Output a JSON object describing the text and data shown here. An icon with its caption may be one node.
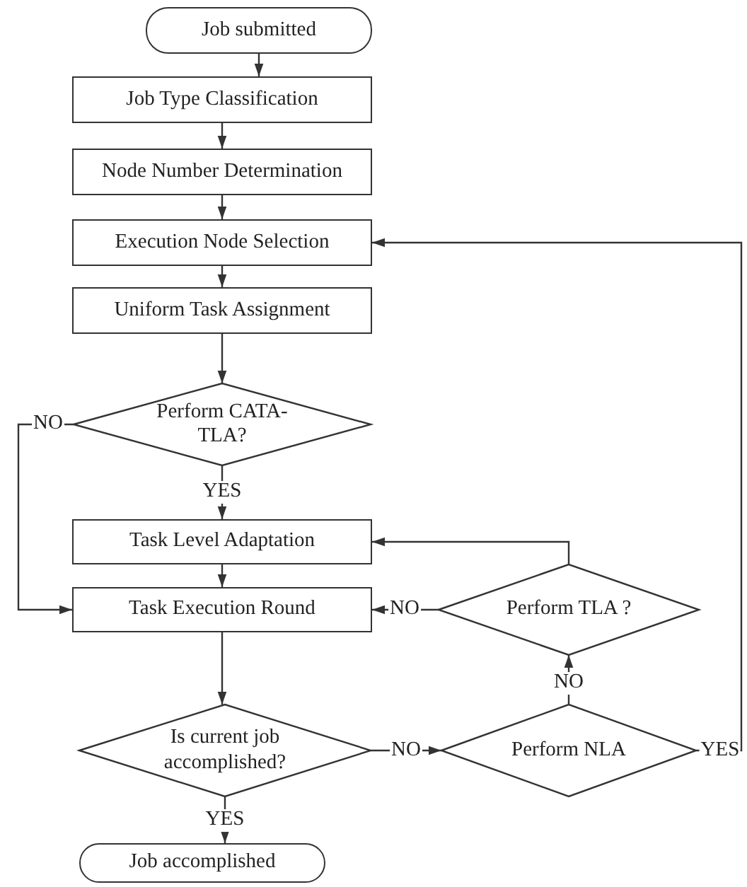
{
  "diagram": {
    "nodes": [
      {
        "text": [
          "Job submitted"
        ]
      },
      {
        "text": [
          "Job Type Classification"
        ]
      },
      {
        "text": [
          "Node Number Determination"
        ]
      },
      {
        "text": [
          "Execution Node Selection"
        ]
      },
      {
        "text": [
          "Uniform Task Assignment"
        ]
      },
      {
        "text": [
          "Perform CATA-TLA?"
        ]
      },
      {
        "text": [
          "Task Level Adaptation"
        ]
      },
      {
        "text": [
          "Task Execution Round"
        ]
      },
      {
        "text": [
          "Perform TLA ?"
        ]
      },
      {
        "text": [
          "Is current job accomplished?"
        ]
      },
      {
        "text": [
          "Perform NLA"
        ]
      },
      {
        "text": [
          "Job accomplished"
        ]
      }
    ],
    "edges": [
      {
        "from": 0,
        "to": 1,
        "arrow": "to"
      },
      {
        "from": 1,
        "to": 2,
        "arrow": "to"
      },
      {
        "from": 2,
        "to": 3,
        "arrow": "to"
      },
      {
        "from": 3,
        "to": 4,
        "arrow": "to"
      },
      {
        "from": 4,
        "to": 5,
        "arrow": "to"
      },
      {
        "from": 5,
        "to": 6,
        "arrow": "to",
        "label": "YES"
      },
      {
        "from": 5,
        "to": 7,
        "arrow": "to",
        "label": "NO"
      },
      {
        "from": 6,
        "to": 7,
        "arrow": "to"
      },
      {
        "from": 7,
        "to": 9,
        "arrow": "to"
      },
      {
        "from": 9,
        "to": 11,
        "arrow": "to",
        "label": "YES"
      },
      {
        "from": 9,
        "to": 10,
        "arrow": "to",
        "label": "NO"
      },
      {
        "from": 10,
        "to": 8,
        "arrow": "to",
        "label": "NO"
      },
      {
        "from": 10,
        "to": 3,
        "arrow": "to",
        "label": "YES"
      },
      {
        "from": 8,
        "to": 7,
        "arrow": "to",
        "label": "NO"
      },
      {
        "from": 8,
        "to": 6,
        "arrow": "to"
      }
    ]
  }
}
